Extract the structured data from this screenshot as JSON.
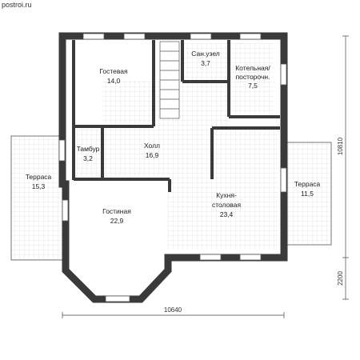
{
  "watermark": "postroi.ru",
  "rooms": [
    {
      "name": "Гостевая",
      "area": "14,0"
    },
    {
      "name": "Сан.узел",
      "area": "3,7"
    },
    {
      "name": "Котельная/",
      "name2": "посторочн.",
      "area": "7,5"
    },
    {
      "name": "Холл",
      "area": "16,9"
    },
    {
      "name": "Тамбур",
      "area": "3,2"
    },
    {
      "name": "Терраса",
      "area": "15,3"
    },
    {
      "name": "Терраса",
      "area": "11,5"
    },
    {
      "name": "Гостиная",
      "area": "22,9"
    },
    {
      "name": "Кухня-",
      "name2": "столовая",
      "area": "23,4"
    }
  ],
  "dimensions": {
    "width": "10640",
    "height": "10810",
    "bay_depth": "2200"
  },
  "colors": {
    "wall": "#3a3a3a",
    "tile": "#e9e9e9",
    "grid": "#c8c8c8"
  }
}
